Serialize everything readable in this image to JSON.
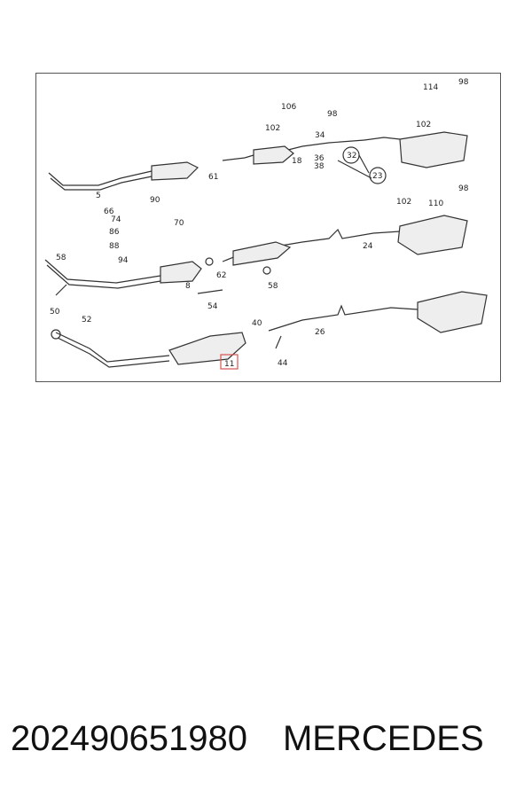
{
  "labels": {
    "l114": "114",
    "l98a": "98",
    "l106": "106",
    "l98b": "98",
    "l102a": "102",
    "l34": "34",
    "l32": "32",
    "l18": "18",
    "l36": "36",
    "l38": "38",
    "l23": "23",
    "l61": "61",
    "l5": "5",
    "l90": "90",
    "l66": "66",
    "l74": "74",
    "l70": "70",
    "l86": "86",
    "l88": "88",
    "l94": "94",
    "l102b": "102",
    "l110": "110",
    "l98c": "98",
    "l24": "24",
    "l58a": "58",
    "l8": "8",
    "l62": "62",
    "l58b": "58",
    "l54": "54",
    "l50": "50",
    "l52": "52",
    "l40": "40",
    "l26": "26",
    "l44": "44",
    "l11": "11"
  },
  "highlight_color": "#d9534f",
  "caption": {
    "part_number": "202490651980",
    "brand": "MERCEDES"
  }
}
